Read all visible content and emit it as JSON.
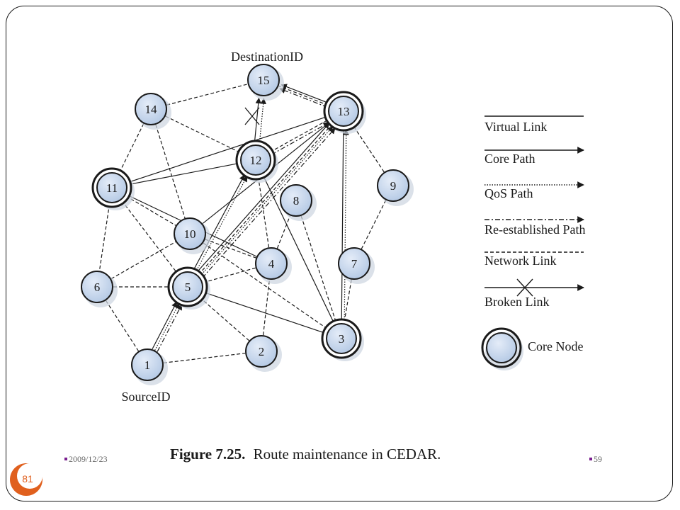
{
  "diagram": {
    "destination_label": "DestinationID",
    "source_label": "SourceID",
    "nodes": [
      {
        "id": "1",
        "core": false
      },
      {
        "id": "2",
        "core": false
      },
      {
        "id": "3",
        "core": true
      },
      {
        "id": "4",
        "core": false
      },
      {
        "id": "5",
        "core": true
      },
      {
        "id": "6",
        "core": false
      },
      {
        "id": "7",
        "core": false
      },
      {
        "id": "8",
        "core": false
      },
      {
        "id": "9",
        "core": false
      },
      {
        "id": "10",
        "core": false
      },
      {
        "id": "11",
        "core": true
      },
      {
        "id": "12",
        "core": true
      },
      {
        "id": "13",
        "core": true
      },
      {
        "id": "14",
        "core": false
      },
      {
        "id": "15",
        "core": false
      }
    ]
  },
  "legend": {
    "virtual_link": "Virtual Link",
    "core_path": "Core Path",
    "qos_path": "QoS Path",
    "reestablished_path": "Re-established Path",
    "network_link": "Network Link",
    "broken_link": "Broken Link",
    "core_node": "Core Node"
  },
  "caption": {
    "figure_label": "Figure 7.25.",
    "text": "Route maintenance in CEDAR."
  },
  "footer": {
    "date": "2009/12/23",
    "page_right": "59",
    "slide_number": "81"
  },
  "colors": {
    "node_fill": "#c9d9ee",
    "badge": "#e0601e",
    "footer_bullet": "#7a1f8f"
  }
}
